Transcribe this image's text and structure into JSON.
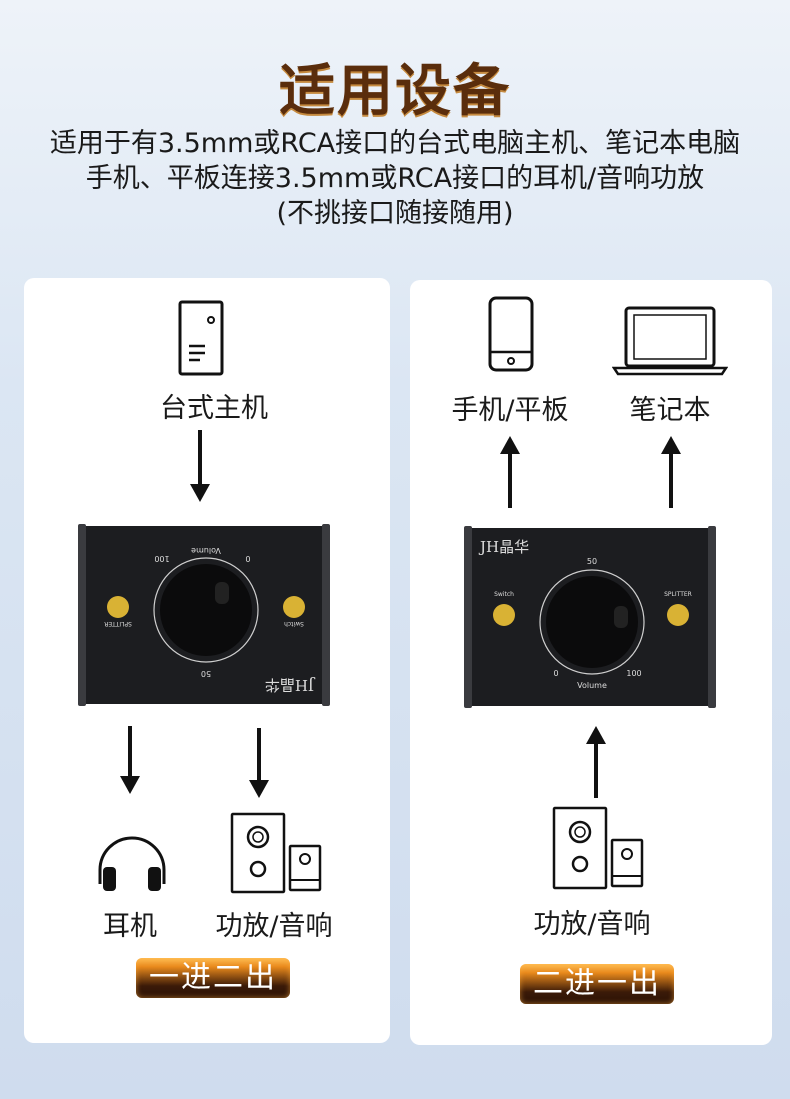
{
  "header": {
    "title": "适用设备",
    "line1": "适用于有3.5mm或RCA接口的台式电脑主机、笔记本电脑",
    "line2": "手机、平板连接3.5mm或RCA接口的耳机/音响功放",
    "line3": "(不挑接口随接随用)"
  },
  "left_panel": {
    "source_label": "台式主机",
    "output1_label": "耳机",
    "output2_label": "功放/音响",
    "mode_badge": "一进二出",
    "device": {
      "volume_label": "Volume",
      "tick_min": "0",
      "tick_mid": "50",
      "tick_max": "100",
      "splitter_label": "SPLITTER",
      "switch_label": "Switch",
      "brand": "JH晶华"
    }
  },
  "right_panel": {
    "target1_label": "手机/平板",
    "target2_label": "笔记本",
    "source_label": "功放/音响",
    "mode_badge": "二进一出",
    "device": {
      "volume_label": "Volume",
      "tick_min": "0",
      "tick_mid": "50",
      "tick_max": "100",
      "splitter_label": "SPLITTER",
      "switch_label": "Switch",
      "brand": "JH晶华"
    }
  },
  "colors": {
    "title": "#5a2d0c",
    "device_body": "#1c1d20",
    "knob_button": "#d9b234"
  }
}
